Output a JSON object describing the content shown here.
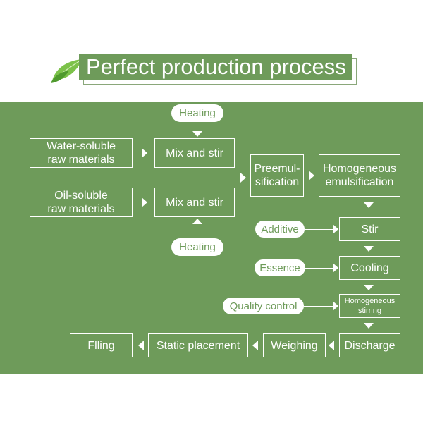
{
  "title": "Perfect production process",
  "nodes": {
    "heating_top": "Heating",
    "water_soluble": "Water-soluble\nraw materials",
    "mix_stir_1": "Mix and stir",
    "oil_soluble": "Oil-soluble\nraw materials",
    "mix_stir_2": "Mix and stir",
    "heating_bottom": "Heating",
    "preemulsification": "Preemul-\nsification",
    "homogeneous_emulsification": "Homogeneous\nemulsification",
    "additive": "Additive",
    "stir": "Stir",
    "essence": "Essence",
    "cooling": "Cooling",
    "quality_control": "Quality control",
    "homogeneous_stirring": "Homogeneous\nstirring",
    "discharge": "Discharge",
    "weighing": "Weighing",
    "static_placement": "Static placement",
    "filling": "Flling"
  },
  "colors": {
    "accent": "#6e9b5a",
    "line": "#ffffff"
  },
  "icons": {
    "logo": "leaf-icon"
  }
}
